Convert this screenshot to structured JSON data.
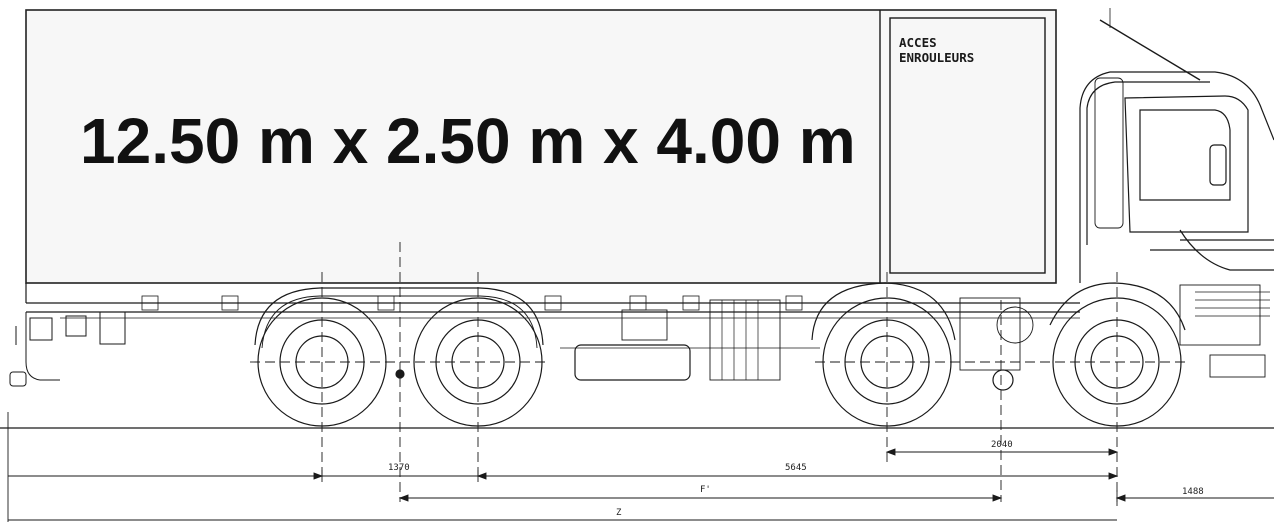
{
  "box": {
    "dimensions_label": "12.50 m x 2.50 m x 4.00 m",
    "access_line1": "ACCES",
    "access_line2": "ENROULEURS"
  },
  "dimensions": {
    "d1370": "1370",
    "d5645": "5645",
    "d2040": "2040",
    "f": "F'",
    "d1488": "1488",
    "z": "Z"
  },
  "colors": {
    "line": "#1a1a1a",
    "box_fill": "#f7f7f7"
  }
}
